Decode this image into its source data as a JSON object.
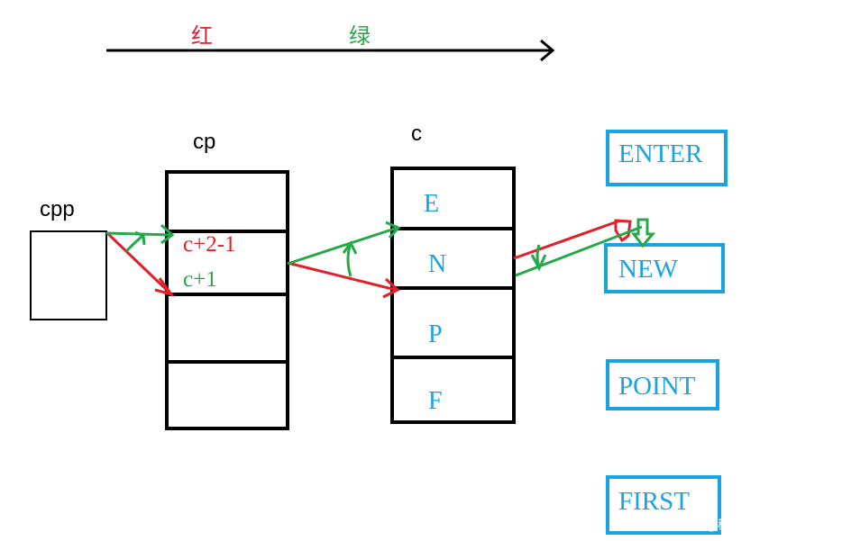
{
  "colors": {
    "red": "#e0202a",
    "green": "#24a848",
    "blue": "#1aa3e2",
    "black": "#000000"
  },
  "legend": {
    "red_label": "红",
    "green_label": "绿"
  },
  "labels": {
    "cpp": "cpp",
    "cp": "cp",
    "c": "c"
  },
  "cp_cells": {
    "red_text": "c+2-1",
    "green_text": "c+1"
  },
  "c_cells": [
    "E",
    "N",
    "P",
    "F"
  ],
  "words": [
    "ENTER",
    "NEW",
    "POINT",
    "FIRST"
  ],
  "watermark": "@稀土掘金技术社区"
}
